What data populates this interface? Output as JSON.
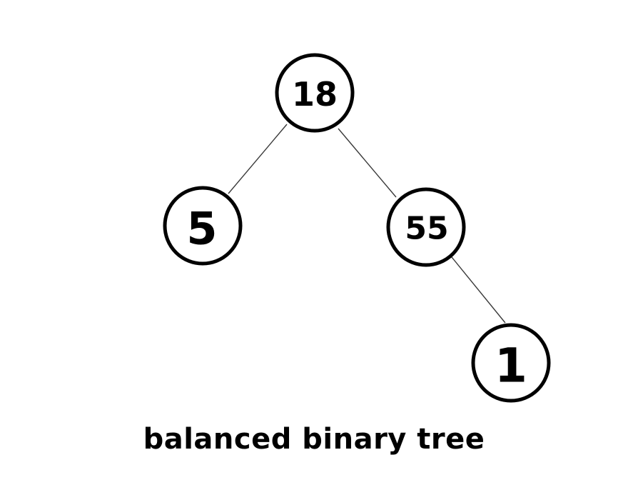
{
  "diagram": {
    "caption": "balanced binary tree",
    "nodes": [
      {
        "id": "n18",
        "label": "18"
      },
      {
        "id": "n5",
        "label": "5"
      },
      {
        "id": "n55",
        "label": "55"
      },
      {
        "id": "n1",
        "label": "1"
      }
    ],
    "edges": [
      {
        "from": "n18",
        "to": "n5"
      },
      {
        "from": "n18",
        "to": "n55"
      },
      {
        "from": "n55",
        "to": "n1"
      }
    ]
  }
}
